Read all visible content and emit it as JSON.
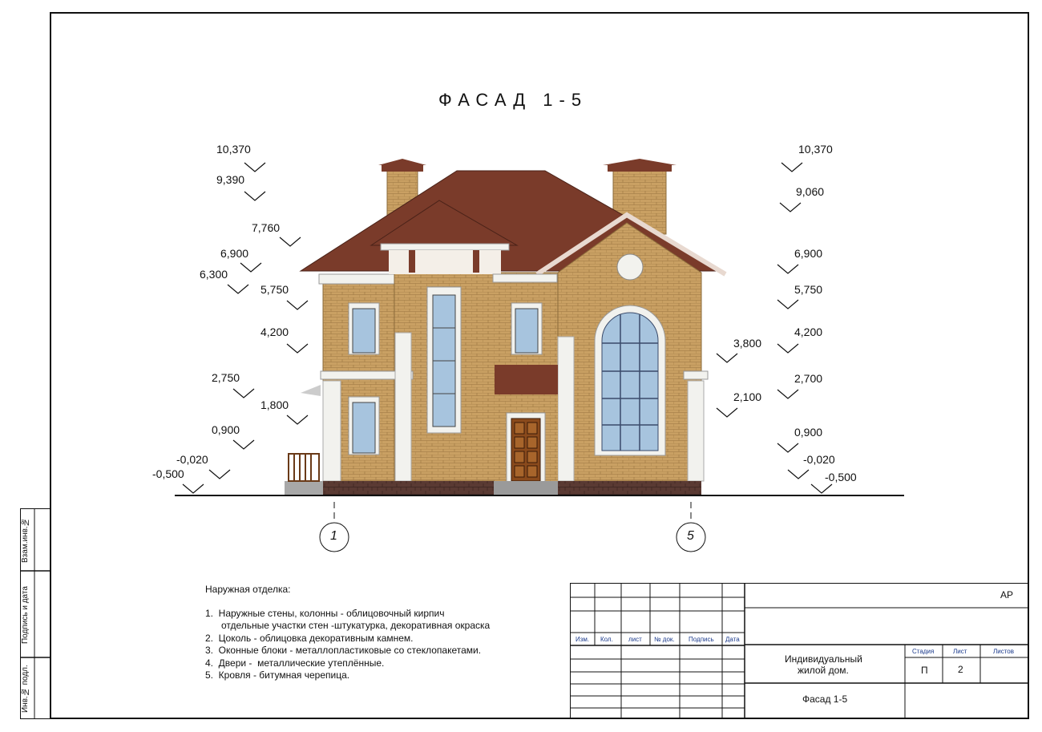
{
  "sheet_title": "ФАСАД  1-5",
  "side_labels": [
    "Взам.инв.№",
    "Подпись и дата",
    "Инв.№ подл."
  ],
  "levels_left": [
    "10,370",
    "9,390",
    "7,760",
    "6,900",
    "6,300",
    "5,750",
    "4,200",
    "2,750",
    "1,800",
    "0,900",
    "-0,020",
    "-0,500"
  ],
  "levels_right": [
    "10,370",
    "9,060",
    "6,900",
    "5,750",
    "3,800",
    "4,200",
    "2,700",
    "2,100",
    "0,900",
    "-0,020",
    "-0,500"
  ],
  "axes": [
    "1",
    "5"
  ],
  "notes": {
    "header": "Наружная отделка:",
    "items": [
      "1.  Наружные стены, колонны - облицовочный кирпич",
      "      отдельные участки стен -штукатурка, декоративная окраска",
      "2.  Цоколь - облицовка декоративным камнем.",
      "3.  Оконные блоки - металлопластиковые со стеклопакетами.",
      "4.  Двери -  металлические утеплённые.",
      "5.  Кровля - битумная черепица."
    ]
  },
  "stamp": {
    "code": "АР",
    "columns": [
      "Изм.",
      "Кол.",
      "лист",
      "№ док.",
      "Подпись",
      "Дата"
    ],
    "project_line1": "Индивидуальный",
    "project_line2": "жилой дом.",
    "stage_header": "Стадия",
    "sheet_header": "Лист",
    "sheets_header": "Листов",
    "stage": "П",
    "sheet": "2",
    "sheets": "",
    "drawing_name": "Фасад 1-5"
  },
  "colors": {
    "brick": "#c9a063",
    "roof": "#7a3b2a",
    "plinth": "#5a3a33",
    "glass": "#a7c4de",
    "trim": "#f2f2ee",
    "stamp_blue": "#1b3a8c"
  }
}
